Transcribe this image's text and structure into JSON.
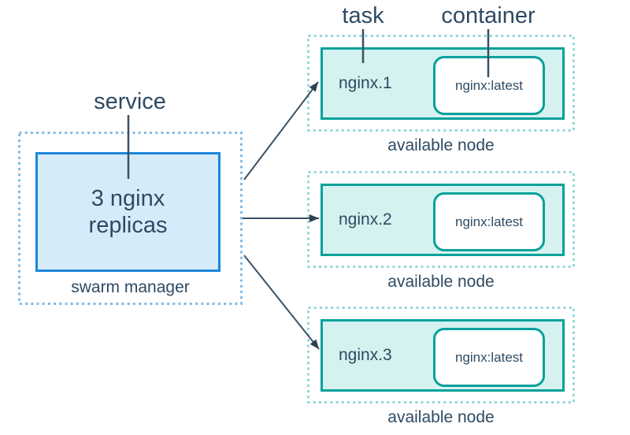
{
  "labels": {
    "task": "task",
    "container": "container",
    "service": "service"
  },
  "manager": {
    "replicas_line1": "3 nginx",
    "replicas_line2": "replicas",
    "caption": "swarm manager"
  },
  "nodes": [
    {
      "task": "nginx.1",
      "container": "nginx:latest",
      "caption": "available node"
    },
    {
      "task": "nginx.2",
      "container": "nginx:latest",
      "caption": "available node"
    },
    {
      "task": "nginx.3",
      "container": "nginx:latest",
      "caption": "available node"
    }
  ],
  "colors": {
    "text": "#2E4A63",
    "connector_line": "#3A5065",
    "arrowhead": "#2E4152",
    "service_box_border": "#1E86D8",
    "service_box_fill": "#D6EBFA",
    "manager_dotted_border": "#7FB8E5",
    "node_dotted_border": "#8FD8D4",
    "task_box_border": "#05A19B",
    "task_box_fill": "#D5F2F0",
    "container_box_fill": "#FFFFFF"
  }
}
